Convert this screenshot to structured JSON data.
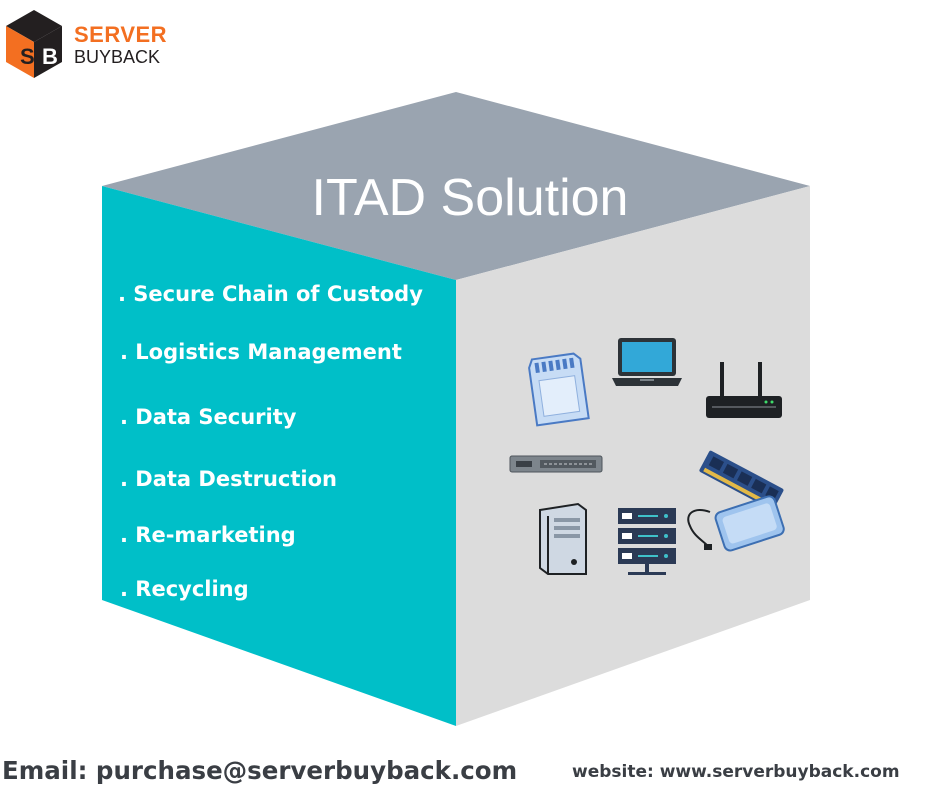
{
  "brand": {
    "name_line1": "SERVER",
    "name_line2": "BUYBACK",
    "monogram_left": "S",
    "monogram_right": "B",
    "colors": {
      "orange": "#f36f21",
      "dark": "#231f20"
    }
  },
  "cube": {
    "title": "ITAD Solution",
    "colors": {
      "top": "#9aa4b0",
      "left": "#00bfc8",
      "right": "#dcdcdc"
    },
    "services": [
      ". Secure Chain of Custody",
      ". Logistics Management",
      ". Data Security",
      ". Data Destruction",
      ". Re-marketing",
      ". Recycling"
    ],
    "devices": [
      "sd-card-icon",
      "laptop-icon",
      "router-icon",
      "network-switch-icon",
      "ram-module-icon",
      "tower-server-icon",
      "server-rack-icon",
      "external-drive-icon"
    ]
  },
  "footer": {
    "email": "Email: purchase@serverbuyback.com",
    "website": "website: www.serverbuyback.com"
  }
}
